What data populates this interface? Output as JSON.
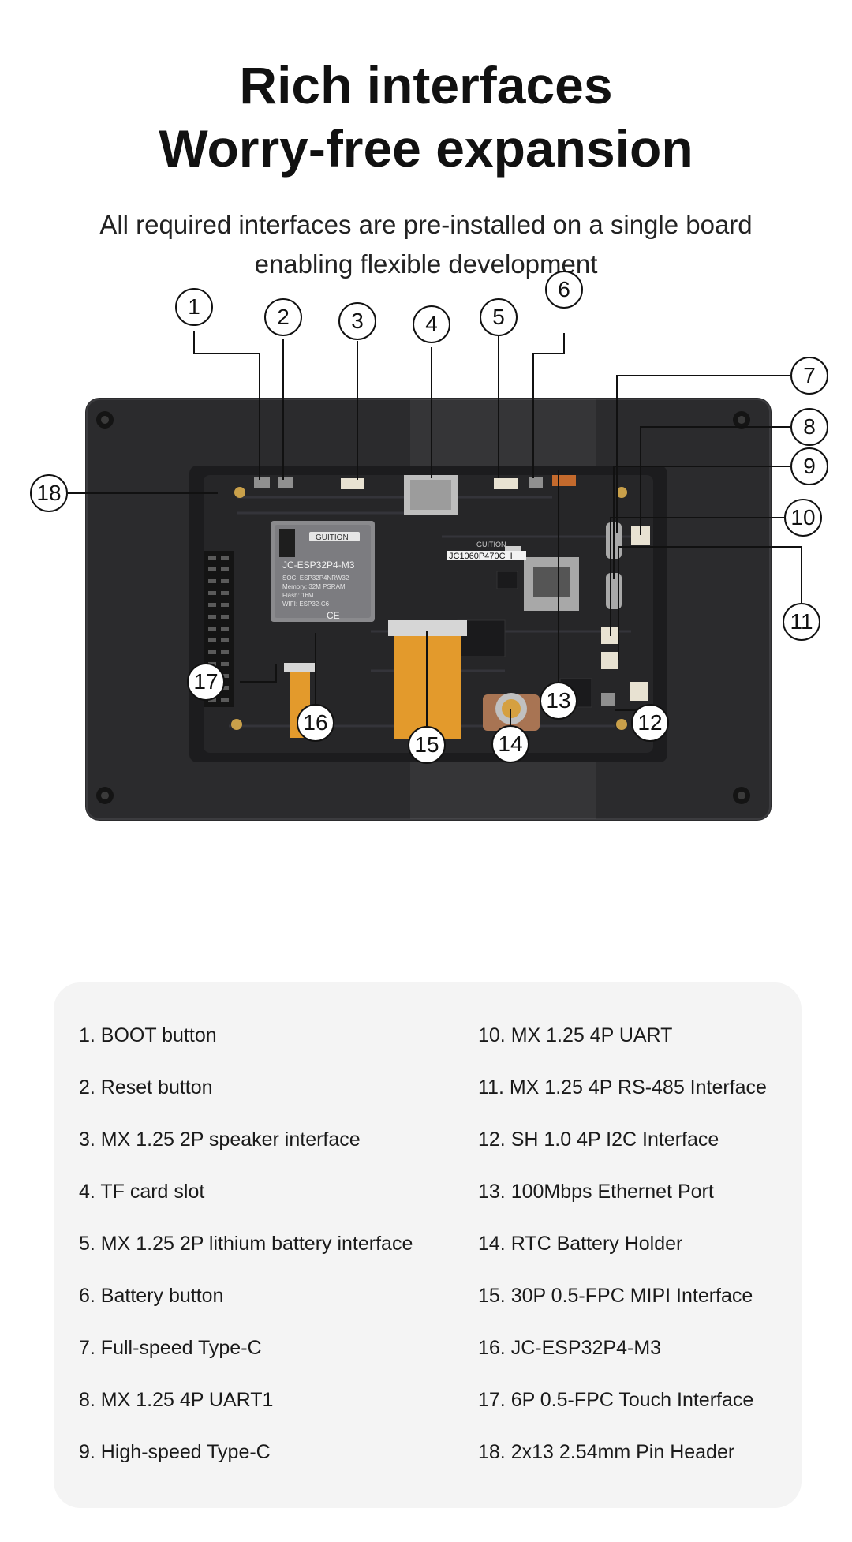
{
  "header": {
    "title_line1": "Rich interfaces",
    "title_line2": "Worry-free expansion",
    "subtitle_line1": "All required interfaces are pre-installed on a single board",
    "subtitle_line2": "enabling flexible development"
  },
  "board": {
    "module_brand": "GUITION",
    "module_name": "JC-ESP32P4-M3",
    "module_soc": "SOC:  ESP32P4NRW32",
    "module_memory": "Memory:  32M PSRAM",
    "module_flash": "Flash:  16M",
    "module_wifi": "WIFI:  ESP32-C6",
    "module_marks": "CE",
    "board_label": "JC1060P470C_I",
    "board_brand": "GUITION",
    "colors": {
      "enclosure": "#2b2b2d",
      "pcb": "#262628",
      "fpc": "#e39a2c",
      "accent_gold": "#c9a04a"
    }
  },
  "callouts": [
    "1",
    "2",
    "3",
    "4",
    "5",
    "6",
    "7",
    "8",
    "9",
    "10",
    "11",
    "12",
    "13",
    "14",
    "15",
    "16",
    "17",
    "18"
  ],
  "legend": {
    "left": [
      "1. BOOT button",
      "2. Reset button",
      "3. MX 1.25 2P speaker interface",
      "4. TF card slot",
      "5. MX 1.25 2P lithium battery interface",
      "6. Battery button",
      "7. Full-speed Type-C",
      "8. MX 1.25 4P UART1",
      "9. High-speed Type-C"
    ],
    "right": [
      "10. MX 1.25 4P UART",
      "11. MX 1.25 4P RS-485 Interface",
      "12. SH 1.0 4P I2C Interface",
      "13. 100Mbps Ethernet Port",
      "14. RTC Battery Holder",
      "15. 30P 0.5-FPC MIPI Interface",
      "16. JC-ESP32P4-M3",
      "17. 6P 0.5-FPC Touch Interface",
      "18. 2x13 2.54mm Pin Header"
    ]
  }
}
